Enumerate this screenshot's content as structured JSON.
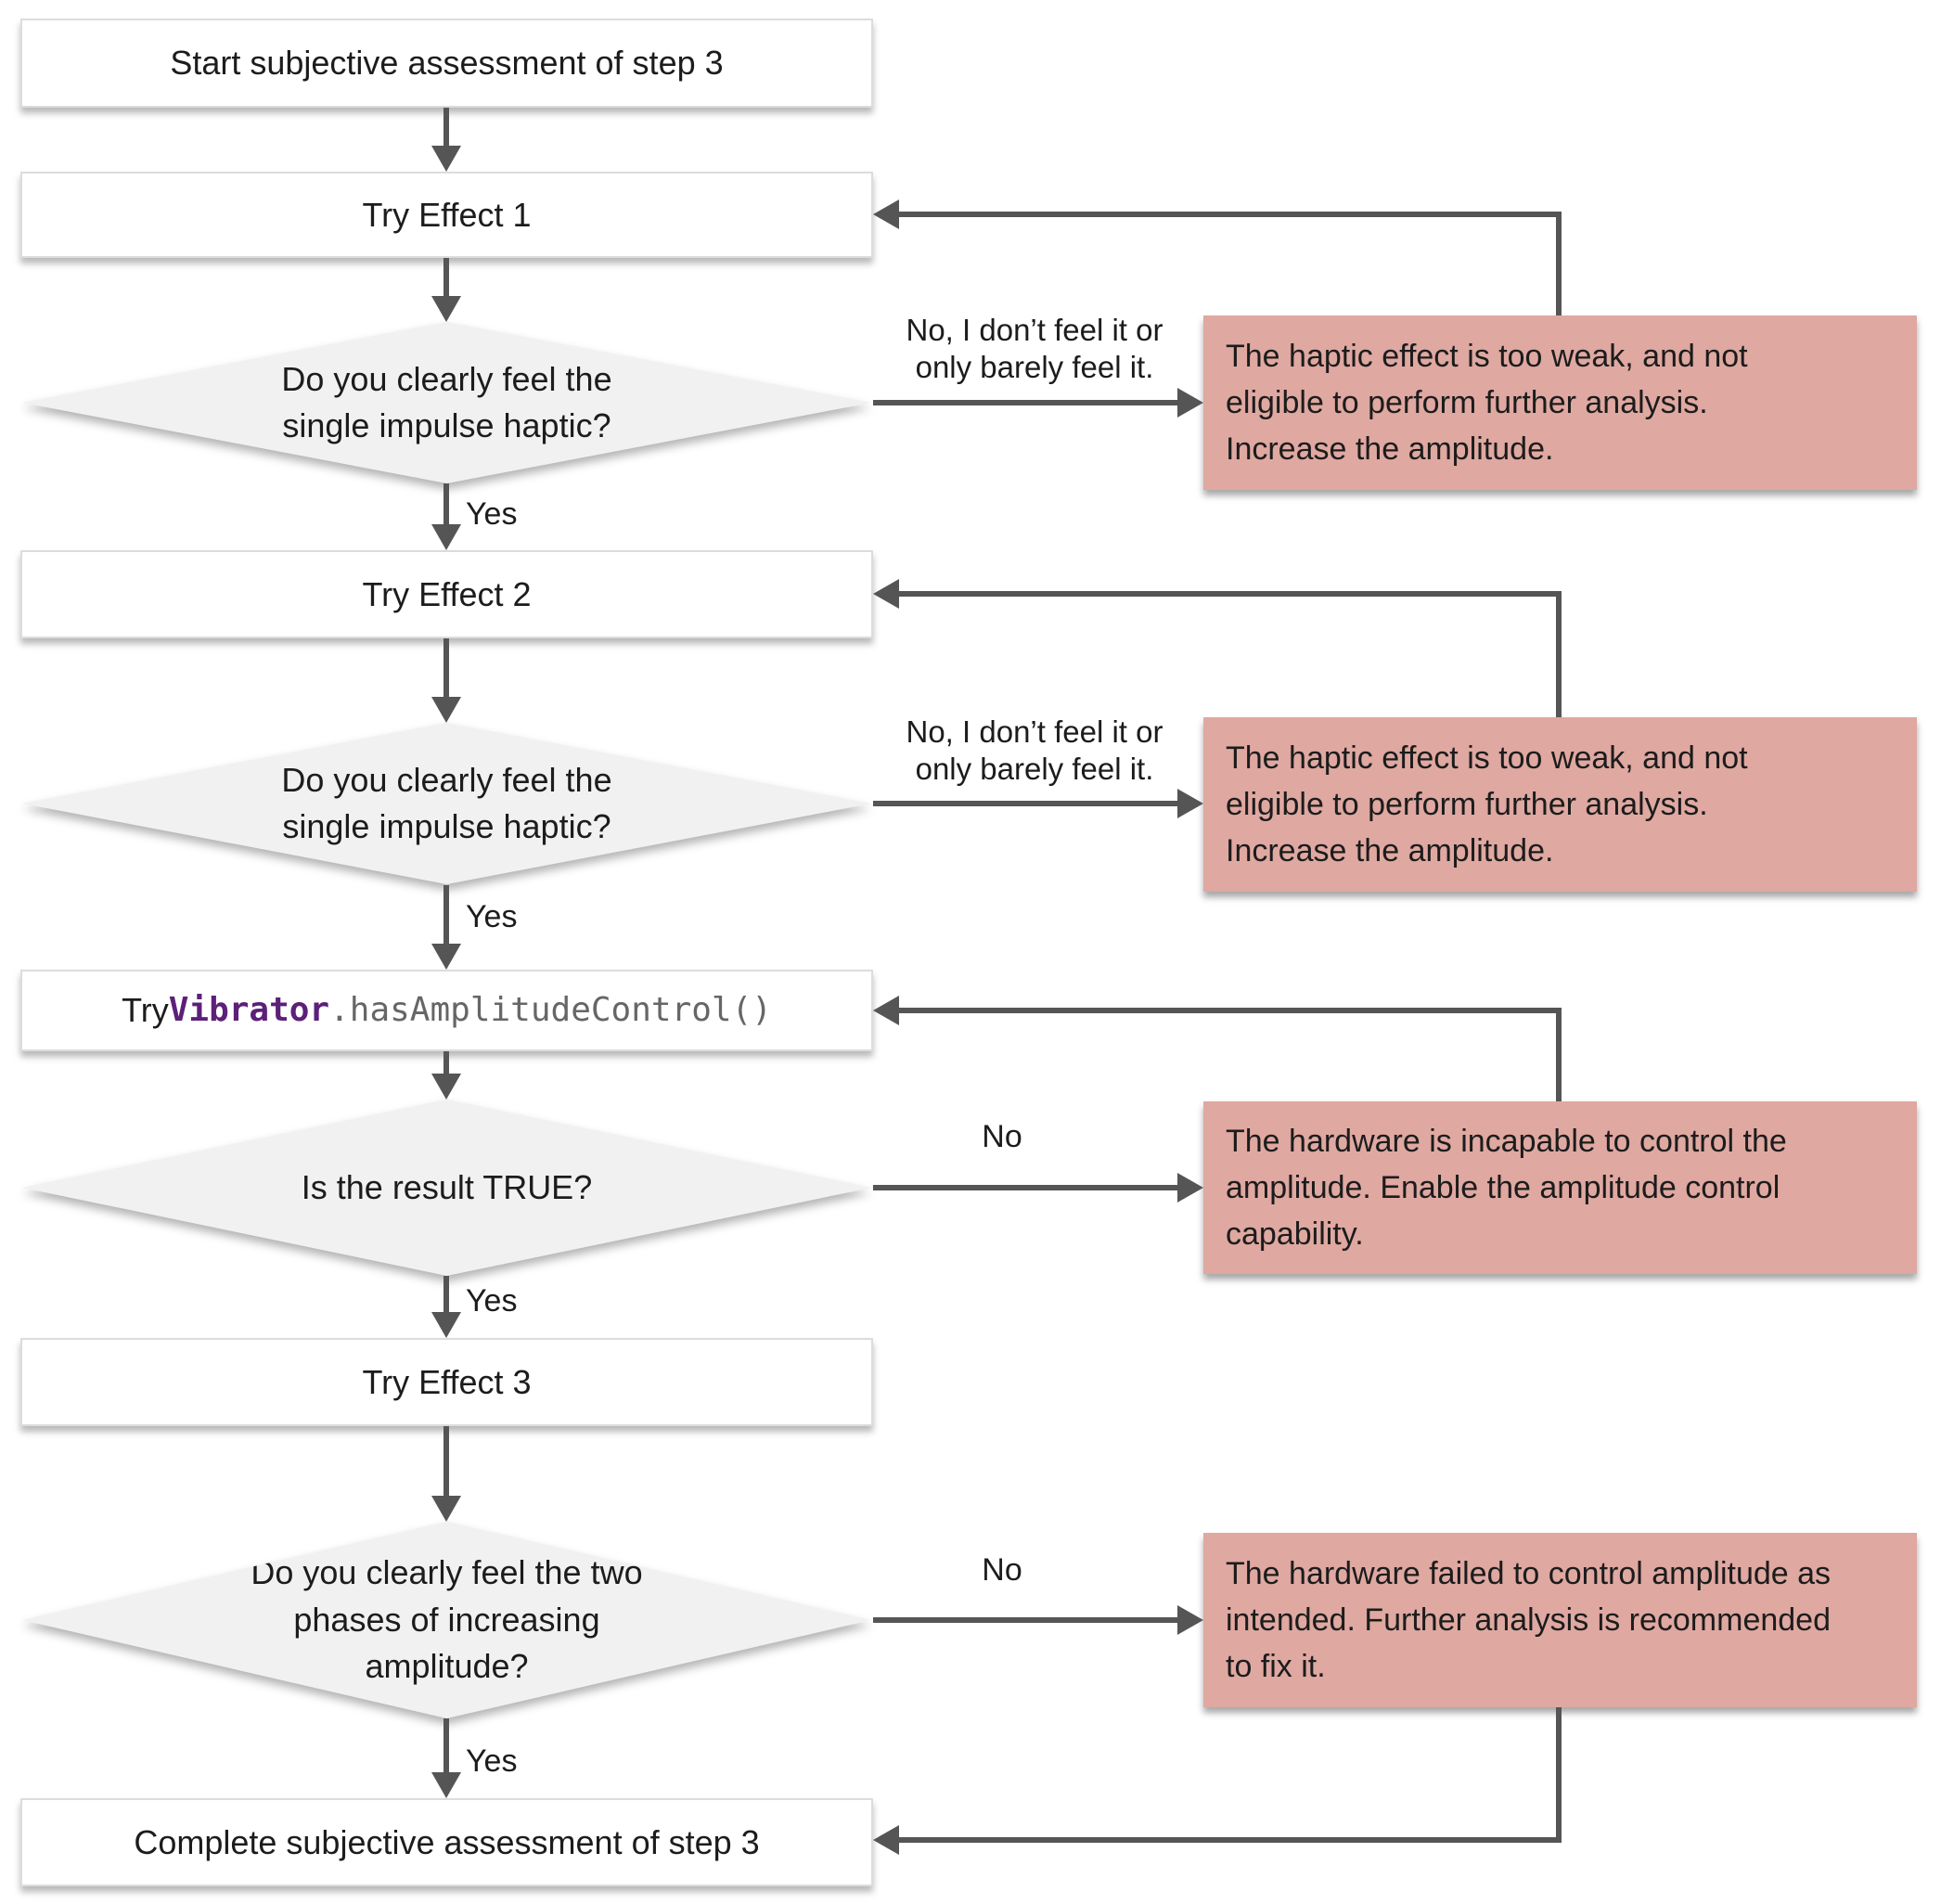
{
  "colors": {
    "node_fill": "#ffffff",
    "node_border": "#dcdcdc",
    "diamond_fill": "#f1f1f1",
    "error_fill": "#dfa8a1",
    "connector": "#555555",
    "text": "#1c1c1c",
    "code_keyword": "#5c2079",
    "code_method": "#666666"
  },
  "nodes": {
    "start": "Start subjective assessment of step 3",
    "try_effect_1": "Try Effect 1",
    "try_effect_2": "Try Effect 2",
    "try_effect_3": "Try Effect 3",
    "complete": "Complete subjective assessment of step 3",
    "code_try_prefix": "Try ",
    "code_keyword": "Vibrator",
    "code_method": ".hasAmplitudeControl()"
  },
  "decisions": {
    "d1": [
      "Do you clearly feel the",
      "single impulse haptic?"
    ],
    "d2": [
      "Do you clearly feel the",
      "single impulse haptic?"
    ],
    "d3": [
      "Is the result TRUE?"
    ],
    "d4": [
      "Do you clearly feel the two",
      "phases of increasing",
      "amplitude?"
    ]
  },
  "errors": {
    "too_weak_1": [
      "The haptic effect is too weak, and not",
      "eligible to perform further analysis.",
      "Increase the amplitude."
    ],
    "too_weak_2": [
      "The haptic effect is too weak, and not",
      "eligible to perform further analysis.",
      "Increase the amplitude."
    ],
    "incapable": [
      "The hardware is incapable to control the",
      "amplitude. Enable the amplitude control",
      "capability."
    ],
    "failed": [
      "The hardware failed to control amplitude as",
      "intended. Further analysis is recommended",
      "to fix it."
    ]
  },
  "edge_labels": {
    "yes": "Yes",
    "no": "No",
    "no_weak": [
      "No, I don’t feel it or",
      "only barely feel it."
    ]
  }
}
